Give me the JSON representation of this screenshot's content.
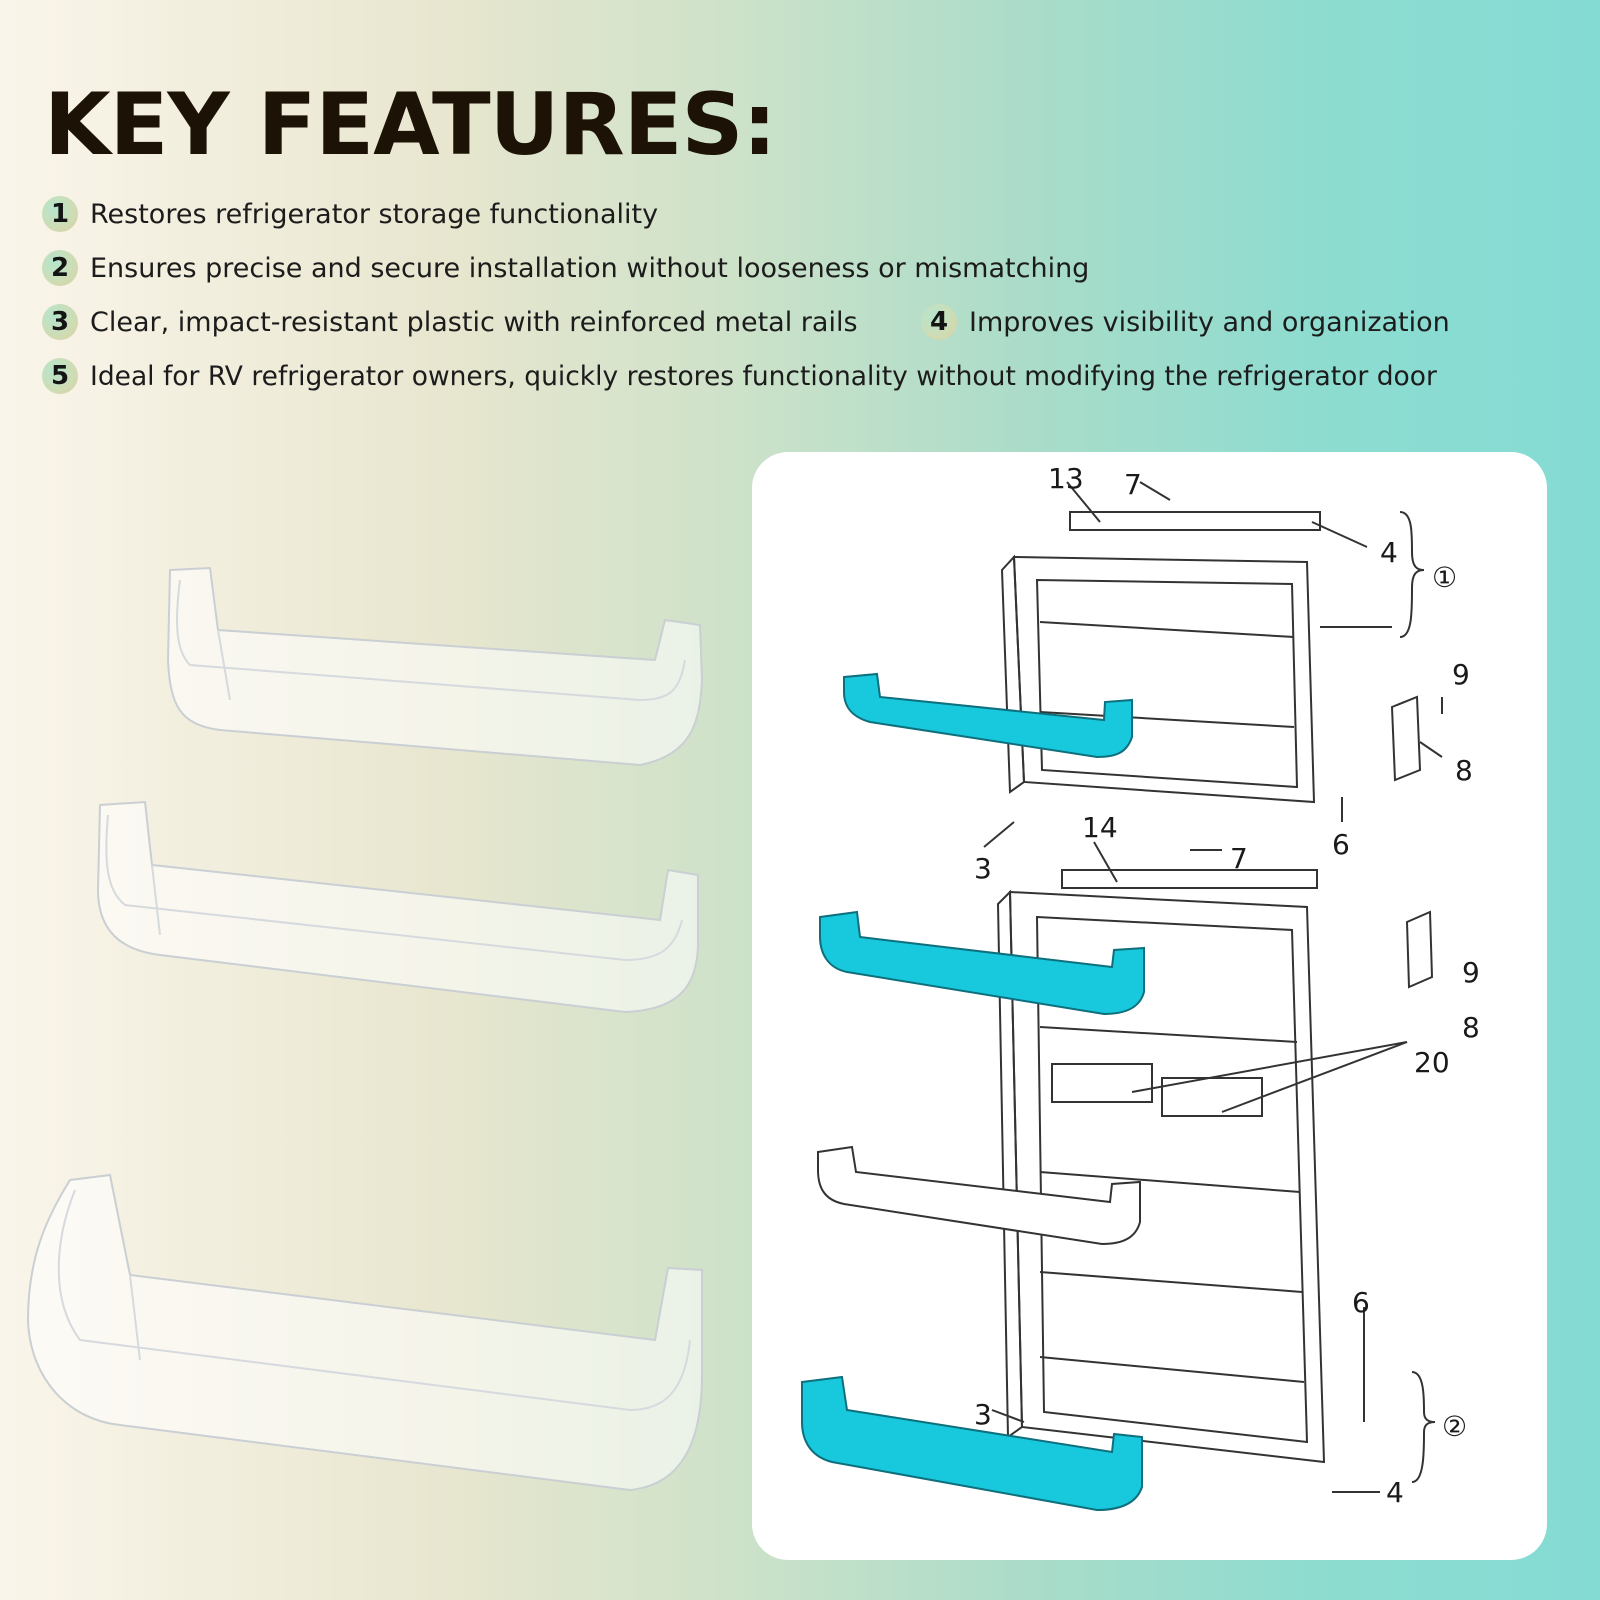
{
  "title": "KEY FEATURES:",
  "features": [
    {
      "number": "1",
      "text": "Restores refrigerator storage functionality"
    },
    {
      "number": "2",
      "text": "Ensures precise and secure installation without looseness or mismatching"
    },
    {
      "number": "3",
      "text": "Clear, impact-resistant plastic with reinforced metal rails"
    },
    {
      "number": "4",
      "text": "Improves visibility and organization"
    },
    {
      "number": "5",
      "text": "Ideal for RV refrigerator owners, quickly restores functionality without modifying the refrigerator door"
    }
  ],
  "diagram": {
    "labels": [
      "13",
      "7",
      "4",
      "①",
      "9",
      "8",
      "6",
      "3",
      "14",
      "7",
      "9",
      "8",
      "20",
      "6",
      "3",
      "②",
      "4"
    ]
  },
  "colors": {
    "accent": "#18c8dc",
    "title": "#1c1306"
  }
}
